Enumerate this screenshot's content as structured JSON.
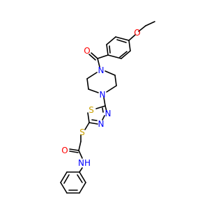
{
  "molecule": {
    "atoms": {
      "ether_O": {
        "symbol": "O",
        "color": "#ff0000"
      },
      "ketone_O": {
        "symbol": "O",
        "color": "#ff0000"
      },
      "pip_N1": {
        "symbol": "N",
        "color": "#0000ff"
      },
      "pip_N4": {
        "symbol": "N",
        "color": "#0000ff"
      },
      "ring_S": {
        "symbol": "S",
        "color": "#c8a000"
      },
      "thioether_S": {
        "symbol": "S",
        "color": "#c8a000"
      },
      "ring_N3": {
        "symbol": "N",
        "color": "#0000ff"
      },
      "ring_N4": {
        "symbol": "N",
        "color": "#0000ff"
      },
      "amide_O": {
        "symbol": "O",
        "color": "#ff0000"
      },
      "amide_NH": {
        "symbol": "NH",
        "color": "#0000ff"
      },
      "amide_H": {
        "symbol": "H",
        "color": "#0000ff"
      }
    }
  }
}
